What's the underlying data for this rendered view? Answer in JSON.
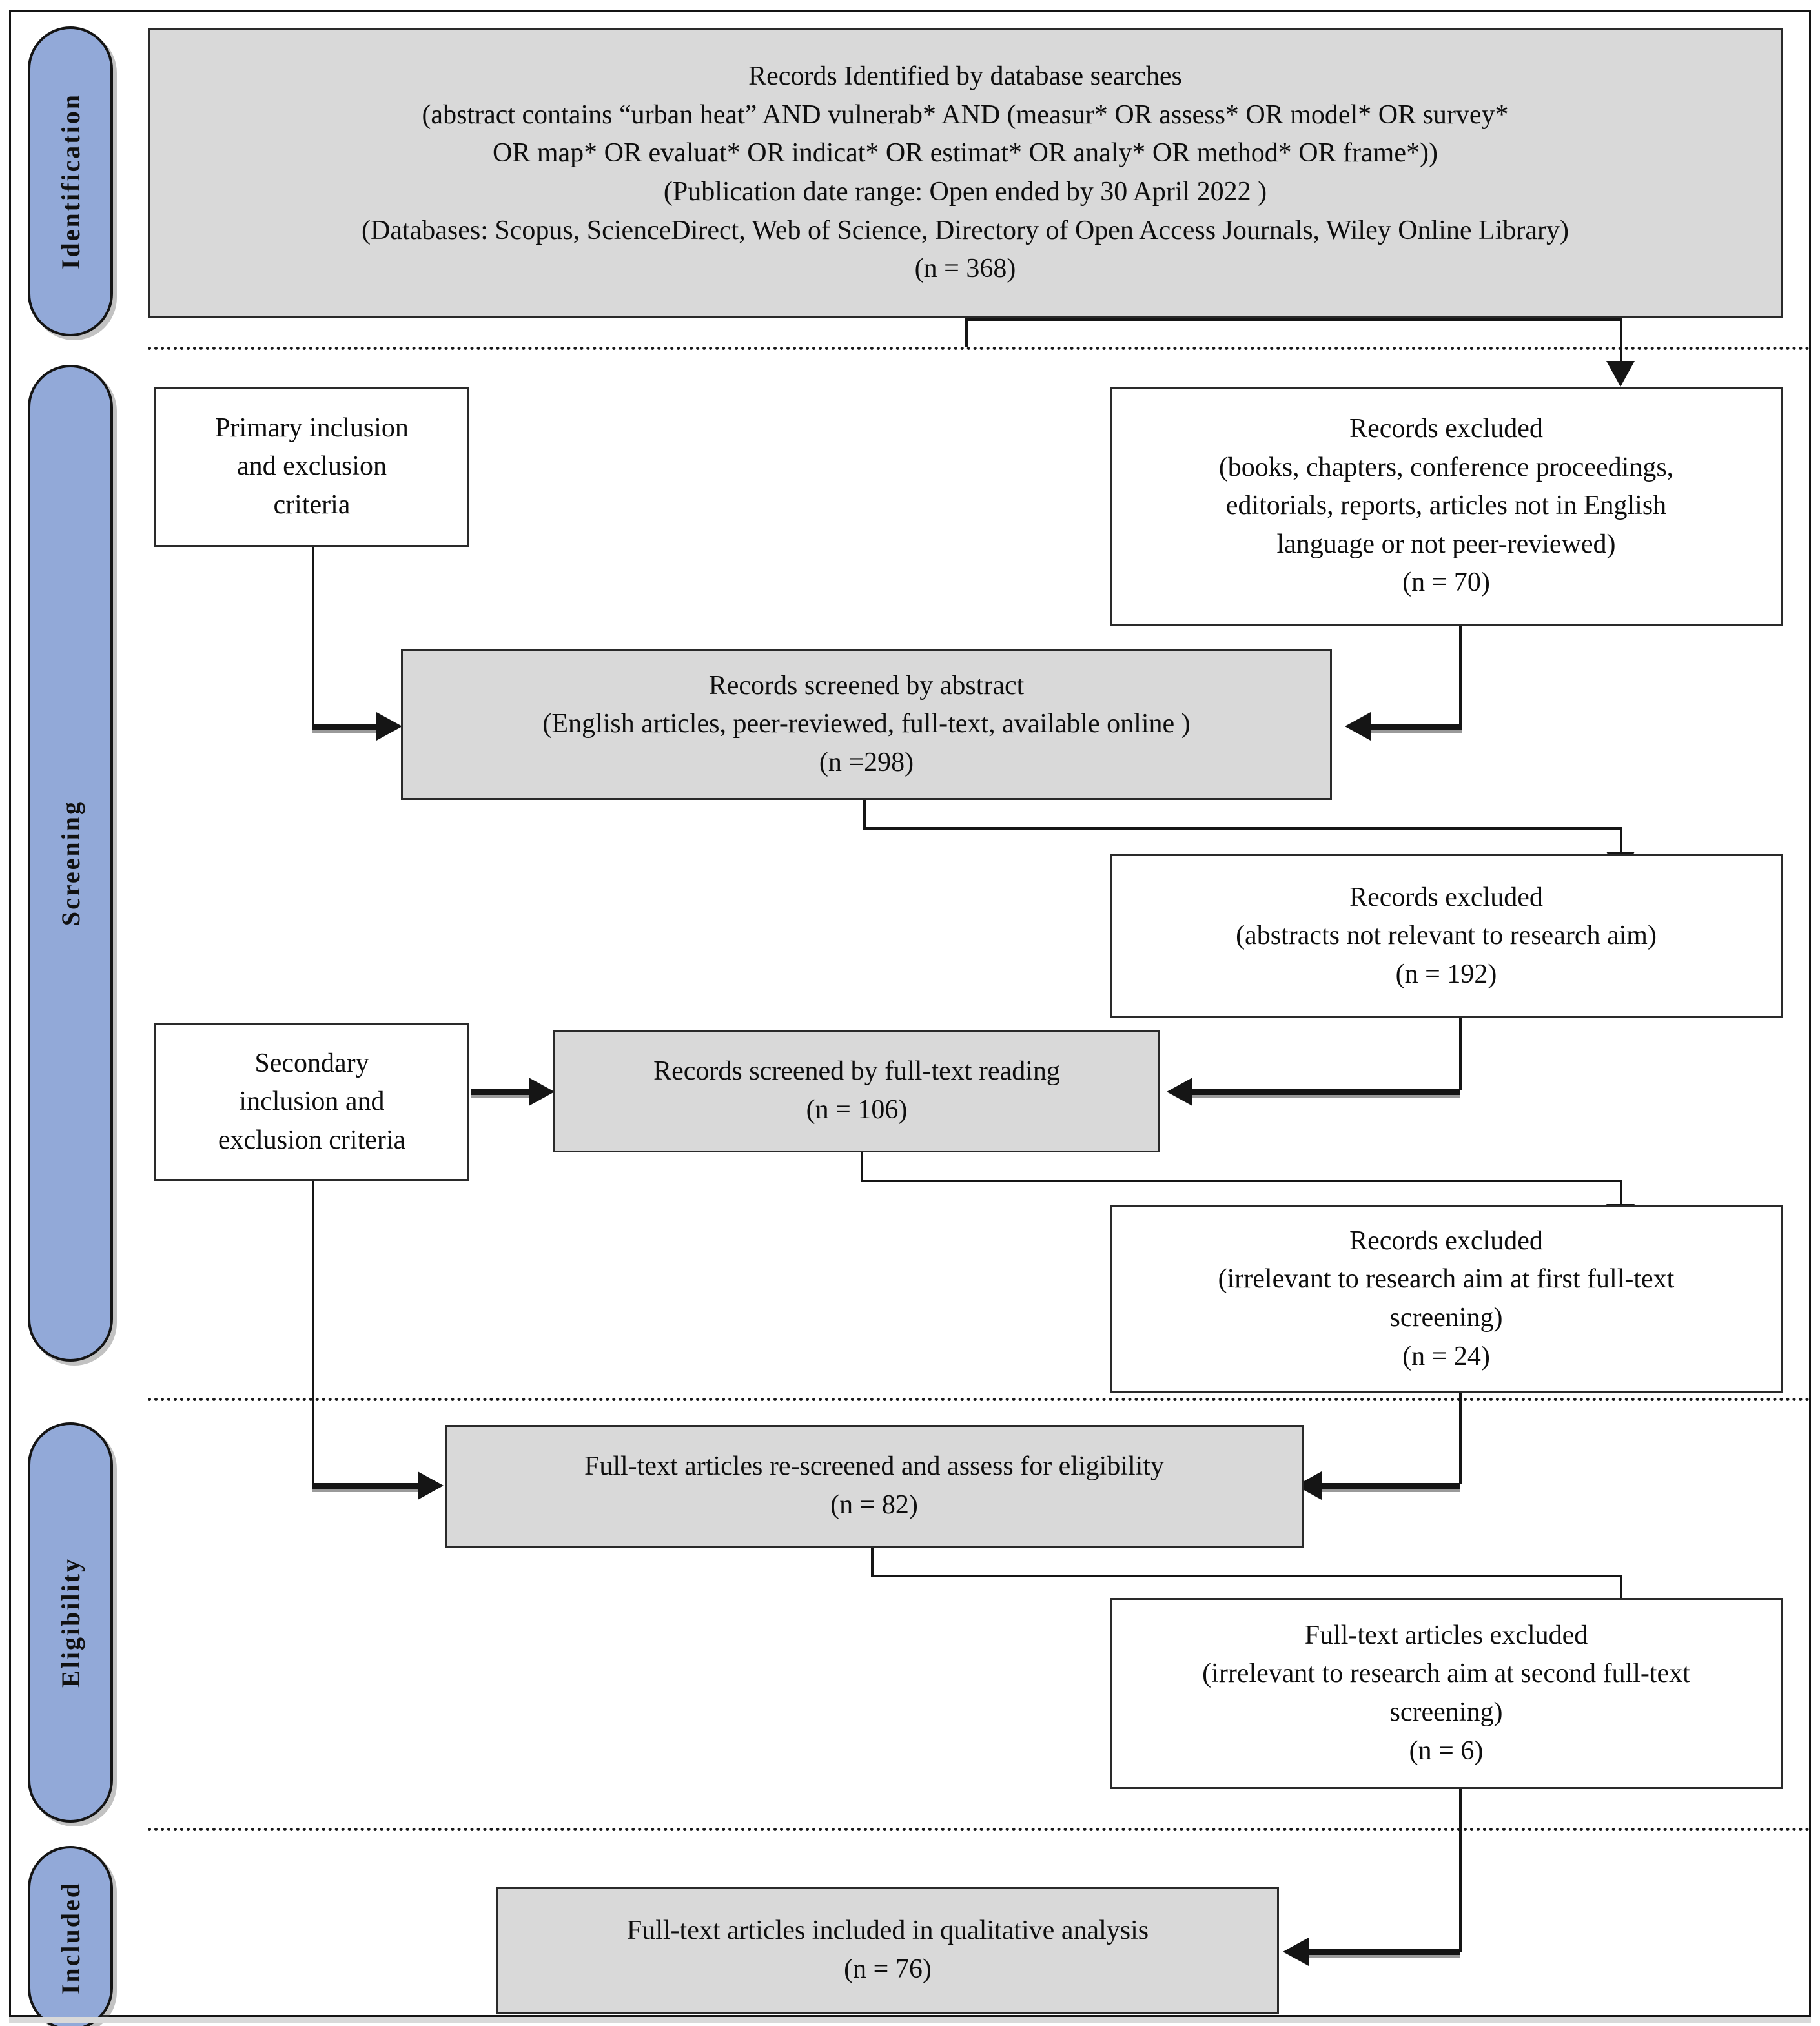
{
  "figure": {
    "type": "prisma-flow-diagram",
    "accent_color": "#92a9d8",
    "box_fill_highlight": "#d9d9d9",
    "box_fill_plain": "#ffffff",
    "border_color": "#2a2a2a"
  },
  "stages": [
    {
      "id": "identification",
      "label": "Identification"
    },
    {
      "id": "screening",
      "label": "Screening"
    },
    {
      "id": "eligibility",
      "label": "Eligibility"
    },
    {
      "id": "included",
      "label": "Included"
    }
  ],
  "boxes": {
    "records_identified": {
      "lines": [
        "Records Identified by database searches",
        "(abstract contains “urban heat” AND vulnerab* AND (measur* OR assess* OR model* OR survey*",
        "OR map* OR evaluat* OR indicat* OR estimat* OR analy* OR method* OR frame*))",
        "(Publication date range: Open ended by 30 April 2022 )",
        "(Databases: Scopus, ScienceDirect, Web of Science, Directory of Open Access Journals, Wiley Online Library)",
        "(n = 368)"
      ],
      "count": 368,
      "fill": "highlight"
    },
    "primary_criteria": {
      "lines": [
        "Primary inclusion",
        "and exclusion",
        "criteria"
      ],
      "fill": "plain"
    },
    "excluded_1": {
      "lines": [
        "Records excluded",
        "(books, chapters, conference proceedings,",
        "editorials, reports, articles not in English",
        "language or not peer-reviewed)",
        "(n = 70)"
      ],
      "count": 70,
      "fill": "plain"
    },
    "screened_abstract": {
      "lines": [
        "Records screened by abstract",
        "(English articles, peer-reviewed, full-text, available online )",
        "(n =298)"
      ],
      "count": 298,
      "fill": "highlight"
    },
    "excluded_2": {
      "lines": [
        "Records excluded",
        "(abstracts not relevant to research aim)",
        "(n = 192)"
      ],
      "count": 192,
      "fill": "plain"
    },
    "secondary_criteria": {
      "lines": [
        "Secondary",
        "inclusion and",
        "exclusion criteria"
      ],
      "fill": "plain"
    },
    "screened_fulltext": {
      "lines": [
        "Records screened by full-text reading",
        "(n = 106)"
      ],
      "count": 106,
      "fill": "highlight"
    },
    "excluded_3": {
      "lines": [
        "Records excluded",
        "(irrelevant to research aim at first full-text",
        "screening)",
        "(n = 24)"
      ],
      "count": 24,
      "fill": "plain"
    },
    "rescreened_eligibility": {
      "lines": [
        "Full-text articles re-screened and assess for eligibility",
        "(n = 82)"
      ],
      "count": 82,
      "fill": "highlight"
    },
    "excluded_4": {
      "lines": [
        "Full-text articles excluded",
        "(irrelevant to research aim at second full-text",
        "screening)",
        "(n = 6)"
      ],
      "count": 6,
      "fill": "plain"
    },
    "included_final": {
      "lines": [
        "Full-text articles included in qualitative analysis",
        "(n = 76)"
      ],
      "count": 76,
      "fill": "highlight"
    }
  }
}
